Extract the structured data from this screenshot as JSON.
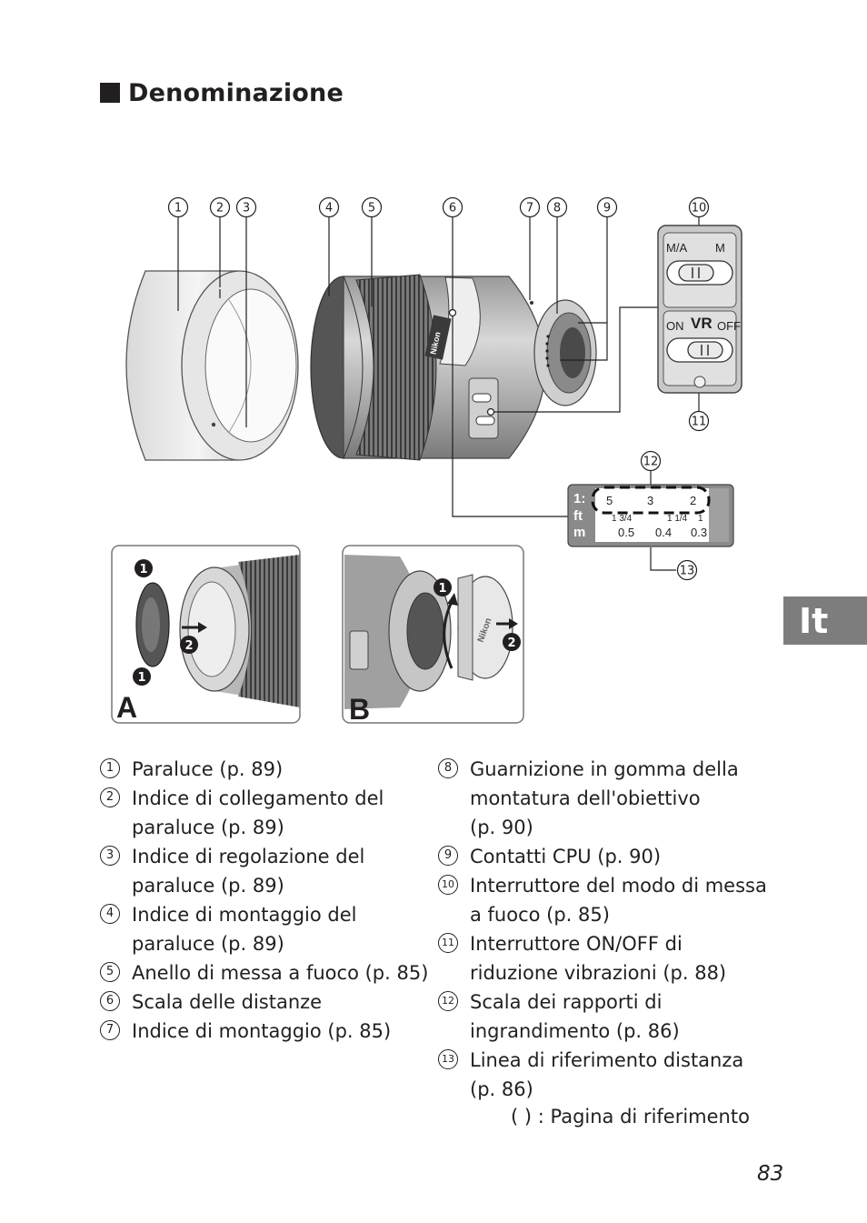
{
  "heading": "Denominazione",
  "lang_tab": "It",
  "callouts": [
    "1",
    "2",
    "3",
    "4",
    "5",
    "6",
    "7",
    "8",
    "9",
    "10",
    "11",
    "12",
    "13"
  ],
  "switch_panel": {
    "af_left": "M/A",
    "af_right": "M",
    "vr_on": "ON",
    "vr_mid": "VR",
    "vr_off": "OFF"
  },
  "scale_panel": {
    "row_labels": [
      "1:",
      "ft",
      "m"
    ],
    "ratio_values": [
      "5",
      "3",
      "2"
    ],
    "ft_values": [
      "1 3/4",
      "1 1/4",
      "1"
    ],
    "m_values": [
      "0.5",
      "0.4",
      "0.3"
    ]
  },
  "lens_brand": "Nikon",
  "inset_a": {
    "label": "A",
    "steps": [
      "1",
      "2",
      "1"
    ]
  },
  "inset_b": {
    "label": "B",
    "steps": [
      "1",
      "2"
    ]
  },
  "legend_left": [
    {
      "num": "1",
      "lines": [
        "Paraluce (p. 89)"
      ]
    },
    {
      "num": "2",
      "lines": [
        "Indice di collegamento del",
        "paraluce (p. 89)"
      ]
    },
    {
      "num": "3",
      "lines": [
        "Indice di regolazione del",
        "paraluce (p. 89)"
      ]
    },
    {
      "num": "4",
      "lines": [
        "Indice di montaggio del",
        "paraluce (p. 89)"
      ]
    },
    {
      "num": "5",
      "lines": [
        "Anello di messa a fuoco (p. 85)"
      ]
    },
    {
      "num": "6",
      "lines": [
        "Scala delle distanze"
      ]
    },
    {
      "num": "7",
      "lines": [
        "Indice di montaggio (p. 85)"
      ]
    }
  ],
  "legend_right": [
    {
      "num": "8",
      "lines": [
        "Guarnizione in gomma della",
        "montatura dell'obiettivo",
        "(p. 90)"
      ]
    },
    {
      "num": "9",
      "lines": [
        "Contatti CPU (p. 90)"
      ]
    },
    {
      "num": "10",
      "lines": [
        "Interruttore del modo di messa",
        "a fuoco (p. 85)"
      ]
    },
    {
      "num": "11",
      "lines": [
        "Interruttore ON/OFF di",
        "riduzione vibrazioni (p. 88)"
      ]
    },
    {
      "num": "12",
      "lines": [
        "Scala dei rapporti di",
        "ingrandimento (p. 86)"
      ]
    },
    {
      "num": "13",
      "lines": [
        "Linea di riferimento distanza",
        "(p. 86)"
      ]
    }
  ],
  "note": "(     ) : Pagina di riferimento",
  "page_number": "83"
}
